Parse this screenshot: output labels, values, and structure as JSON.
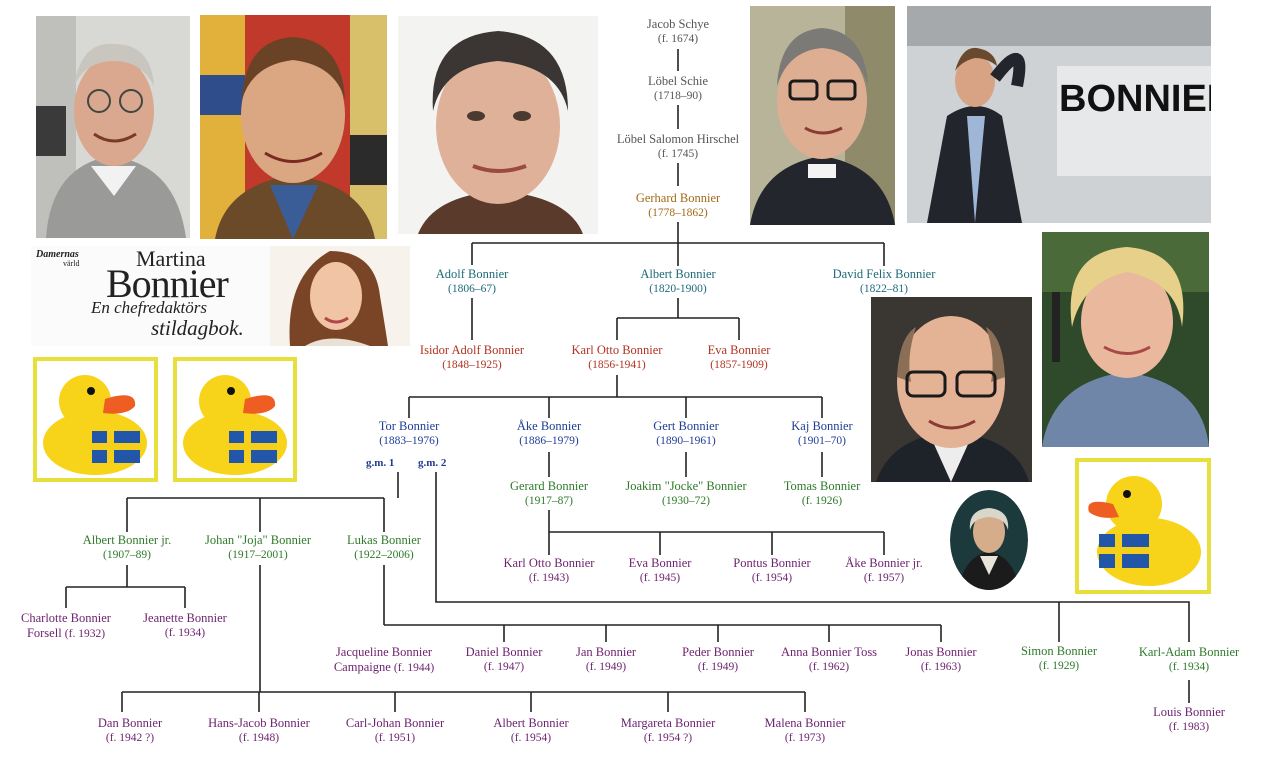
{
  "people": {
    "jacob_schye": {
      "name": "Jacob Schye",
      "years": "(f. 1674)",
      "color": "#555555"
    },
    "lobel_schie": {
      "name": "Löbel Schie",
      "years": "(1718–90)",
      "color": "#555555"
    },
    "lobel_salomon": {
      "name": "Löbel Salomon Hirschel",
      "years": "(f. 1745)",
      "color": "#555555"
    },
    "gerhard": {
      "name": "Gerhard Bonnier",
      "years": "(1778–1862)",
      "color": "#a06a16"
    },
    "adolf": {
      "name": "Adolf Bonnier",
      "years": "(1806–67)",
      "color": "#1e6a78"
    },
    "albert": {
      "name": "Albert Bonnier",
      "years": "(1820-1900)",
      "color": "#1e6a78"
    },
    "david_felix": {
      "name": "David Felix Bonnier",
      "years": "(1822–81)",
      "color": "#1e6a78"
    },
    "isidor": {
      "name": "Isidor Adolf Bonnier",
      "years": "(1848–1925)",
      "color": "#b03322"
    },
    "karl_otto": {
      "name": "Karl Otto Bonnier",
      "years": "(1856-1941)",
      "color": "#b03322"
    },
    "eva_old": {
      "name": "Eva Bonnier",
      "years": "(1857-1909)",
      "color": "#b03322"
    },
    "tor": {
      "name": "Tor Bonnier",
      "years": "(1883–1976)",
      "color": "#1f3d95"
    },
    "ake": {
      "name": "Åke Bonnier",
      "years": "(1886–1979)",
      "color": "#1f3d95"
    },
    "gert": {
      "name": "Gert Bonnier",
      "years": "(1890–1961)",
      "color": "#1f3d95"
    },
    "kaj": {
      "name": "Kaj Bonnier",
      "years": "(1901–70)",
      "color": "#1f3d95"
    },
    "gerard": {
      "name": "Gerard Bonnier",
      "years": "(1917–87)",
      "color": "#2f7a2b"
    },
    "joakim": {
      "name": "Joakim \"Jocke\" Bonnier",
      "years": "(1930–72)",
      "color": "#2f7a2b"
    },
    "tomas": {
      "name": "Tomas Bonnier",
      "years": "(f. 1926)",
      "color": "#2f7a2b"
    },
    "albert_jr": {
      "name": "Albert Bonnier jr.",
      "years": "(1907–89)",
      "color": "#2f7a2b"
    },
    "johan": {
      "name": "Johan \"Joja\" Bonnier",
      "years": "(1917–2001)",
      "color": "#2f7a2b"
    },
    "lukas": {
      "name": "Lukas Bonnier",
      "years": "(1922–2006)",
      "color": "#2f7a2b"
    },
    "karl_otto_jr": {
      "name": "Karl Otto Bonnier",
      "years": "(f. 1943)",
      "color": "#6e2370"
    },
    "eva_jr": {
      "name": "Eva Bonnier",
      "years": "(f. 1945)",
      "color": "#6e2370"
    },
    "pontus": {
      "name": "Pontus Bonnier",
      "years": "(f. 1954)",
      "color": "#6e2370"
    },
    "ake_jr": {
      "name": "Åke Bonnier jr.",
      "years": "(f. 1957)",
      "color": "#6e2370"
    },
    "charlotte": {
      "name": "Charlotte Bonnier",
      "name2": "Forsell",
      "years": "(f. 1932)",
      "color": "#6e2370"
    },
    "jeanette": {
      "name": "Jeanette Bonnier",
      "years": "(f. 1934)",
      "color": "#6e2370"
    },
    "jacqueline": {
      "name": "Jacqueline Bonnier",
      "name2": "Campaigne",
      "years": "(f. 1944)",
      "color": "#6e2370"
    },
    "daniel": {
      "name": "Daniel Bonnier",
      "years": "(f. 1947)",
      "color": "#6e2370"
    },
    "jan": {
      "name": "Jan Bonnier",
      "years": "(f. 1949)",
      "color": "#6e2370"
    },
    "peder": {
      "name": "Peder Bonnier",
      "years": "(f. 1949)",
      "color": "#6e2370"
    },
    "anna": {
      "name": "Anna Bonnier Toss",
      "years": "(f. 1962)",
      "color": "#6e2370"
    },
    "jonas": {
      "name": "Jonas Bonnier",
      "years": "(f. 1963)",
      "color": "#6e2370"
    },
    "simon": {
      "name": "Simon Bonnier",
      "years": "(f. 1929)",
      "color": "#2f7a2b"
    },
    "karl_adam": {
      "name": "Karl-Adam Bonnier",
      "years": "(f. 1934)",
      "color": "#2f7a2b"
    },
    "louis": {
      "name": "Louis Bonnier",
      "years": "(f. 1983)",
      "color": "#6e2370"
    },
    "dan": {
      "name": "Dan Bonnier",
      "years": "(f. 1942 ?)",
      "color": "#6e2370"
    },
    "hans_jacob": {
      "name": "Hans-Jacob Bonnier",
      "years": "(f. 1948)",
      "color": "#6e2370"
    },
    "carl_johan": {
      "name": "Carl-Johan Bonnier",
      "years": "(f. 1951)",
      "color": "#6e2370"
    },
    "albert_1954": {
      "name": "Albert Bonnier",
      "years": "(f. 1954)",
      "color": "#6e2370"
    },
    "margareta": {
      "name": "Margareta Bonnier",
      "years": "(f. 1954 ?)",
      "color": "#6e2370"
    },
    "malena": {
      "name": "Malena Bonnier",
      "years": "(f. 1973)",
      "color": "#6e2370"
    }
  },
  "marriage_labels": {
    "gm1": "g.m. 1",
    "gm2": "g.m. 2"
  },
  "photos": {
    "bonnier_sign": {
      "text": "BONNIER",
      "icon": "bonnier-sign-photo"
    },
    "magazine_ad": {
      "brand": "Damernas",
      "brand2": "värld",
      "first_name": "Martina",
      "surname": "Bonnier",
      "tagline1": "En chefredaktörs",
      "tagline2": "stildagbok."
    }
  },
  "colors": {
    "line": "#222222",
    "duck_frame": "#e8de3c",
    "duck_body": "#f7d31a",
    "flag_blue": "#2256a8",
    "flag_yellow": "#f5cf1a"
  }
}
